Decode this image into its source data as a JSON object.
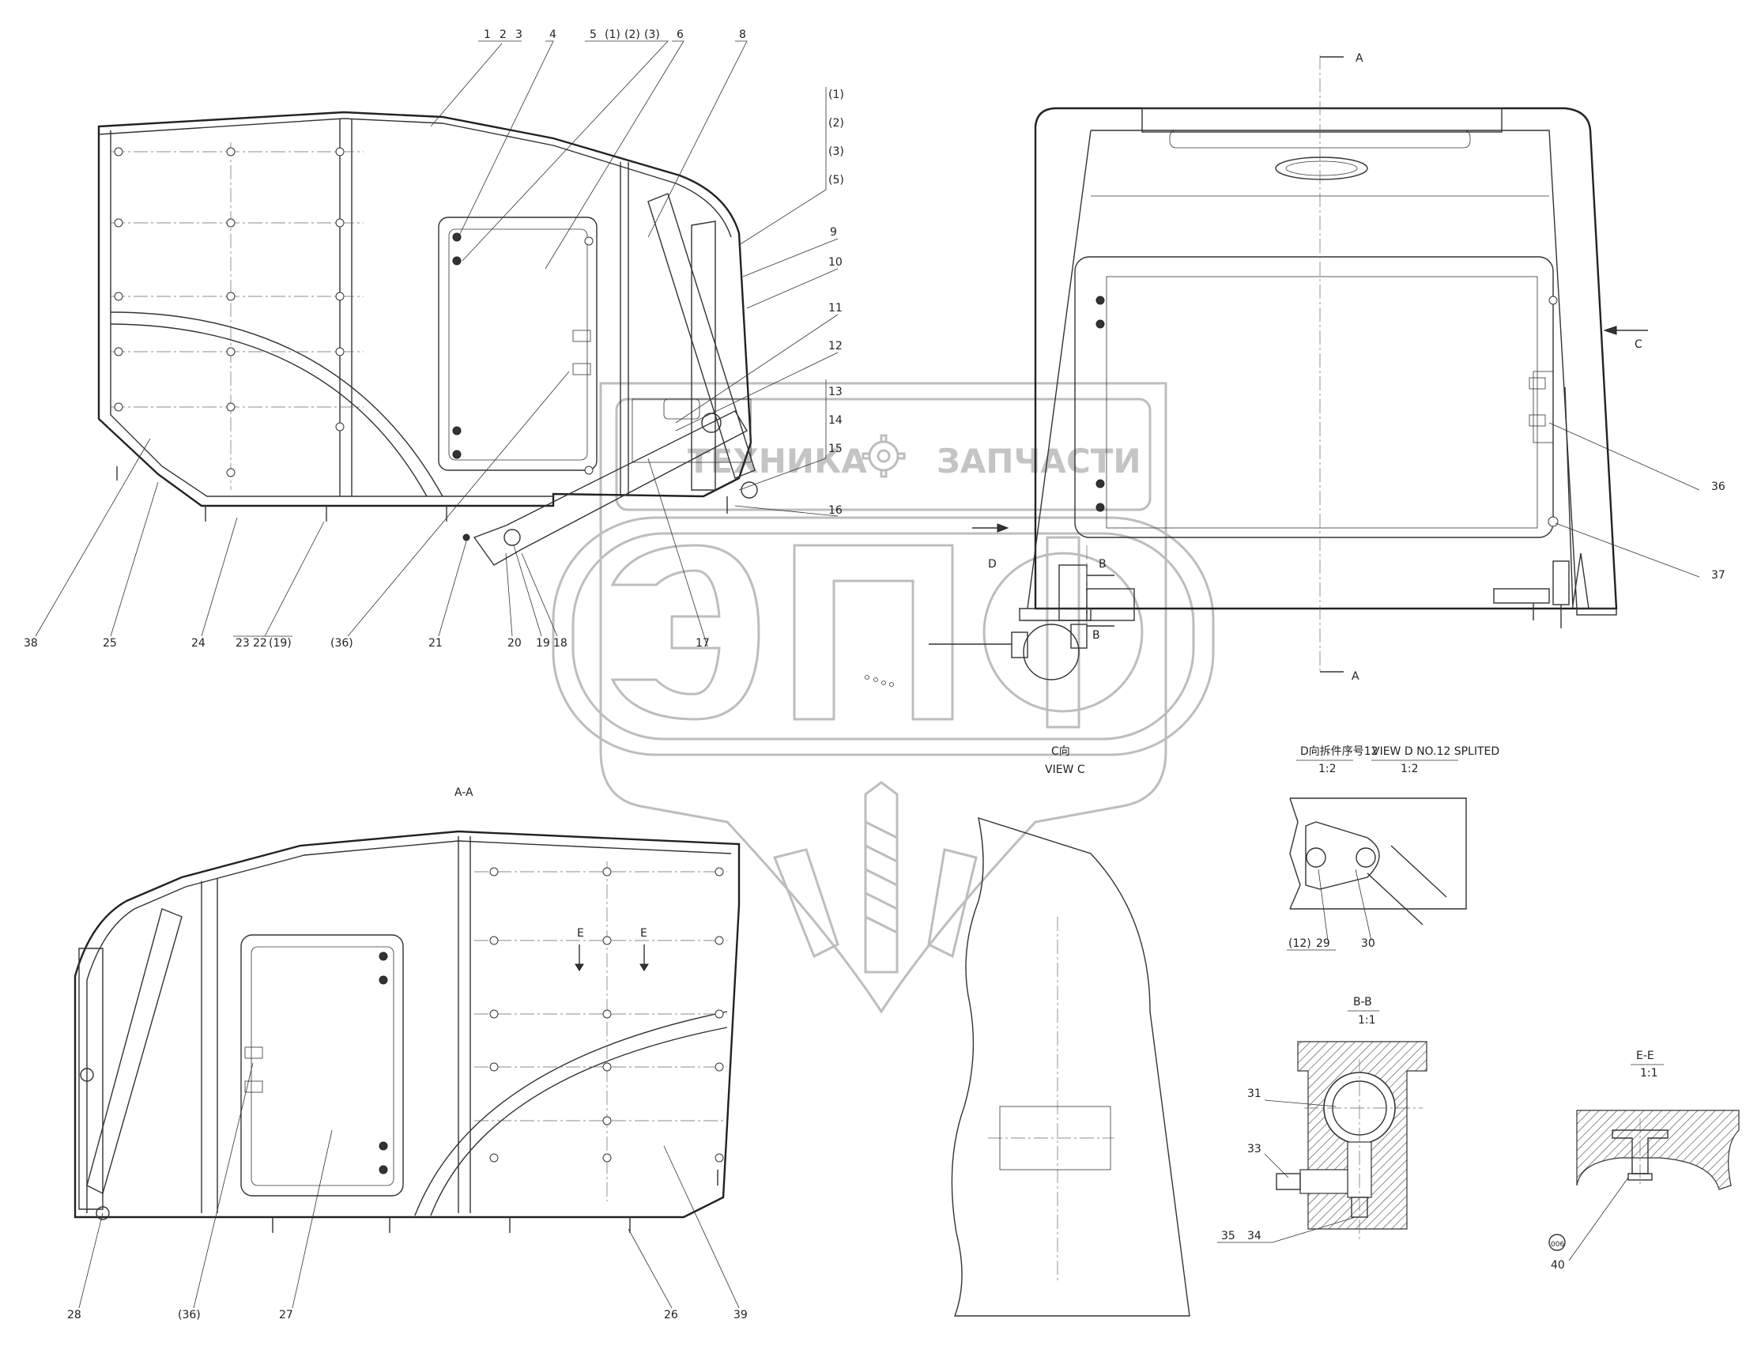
{
  "watermark": {
    "line1_left": "ТЕХНИКА",
    "line1_right": "ЗАПЧАСТИ",
    "big_letters": "ЭПФ",
    "gear_icon": "gear-icon"
  },
  "views": {
    "section_aa_mark_top": "A",
    "section_aa_mark_bottom": "A",
    "view_c_arrow": "C",
    "view_d_arrow": "D",
    "section_bb_mark_top": "B",
    "section_bb_mark_bottom": "B",
    "section_ee_left": "E",
    "section_ee_right": "E",
    "aa_title": "A-A",
    "view_c_title_cn": "C向",
    "view_c_title": "VIEW C",
    "view_d_title_cn": "D向拆件序号12",
    "view_d_scale_cn": "1:2",
    "view_d_title": "VIEW D NO.12 SPLITED",
    "view_d_scale": "1:2",
    "bb_title": "B-B",
    "bb_scale": "1:1",
    "ee_title": "E-E",
    "ee_scale": "1:1"
  },
  "callouts": {
    "c1": "1",
    "c2": "2",
    "c3": "3",
    "c4": "4",
    "c5": "5",
    "c5a": "(1)",
    "c5b": "(2)",
    "c5c": "(3)",
    "c6": "6",
    "c8": "8",
    "c9": "9",
    "c10": "10",
    "c11": "11",
    "c12": "12",
    "c13": "13",
    "c14": "14",
    "c15": "15",
    "c16": "16",
    "c17": "17",
    "c18": "18",
    "c19": "19",
    "c20": "20",
    "c21": "21",
    "c22": "22",
    "c23": "23",
    "c19p": "(19)",
    "c24": "24",
    "c25": "25",
    "c38": "38",
    "c36p": "(36)",
    "s1": "(1)",
    "s2": "(2)",
    "s3": "(3)",
    "s5": "(5)",
    "c36": "36",
    "c37": "37",
    "c26": "26",
    "c27": "27",
    "c28": "28",
    "c39": "39",
    "c36p2": "(36)",
    "c12p": "(12)",
    "c29": "29",
    "c30": "30",
    "c31": "31",
    "c33": "33",
    "c34": "34",
    "c35": "35",
    "c40": "40",
    "c40tag": "006"
  }
}
